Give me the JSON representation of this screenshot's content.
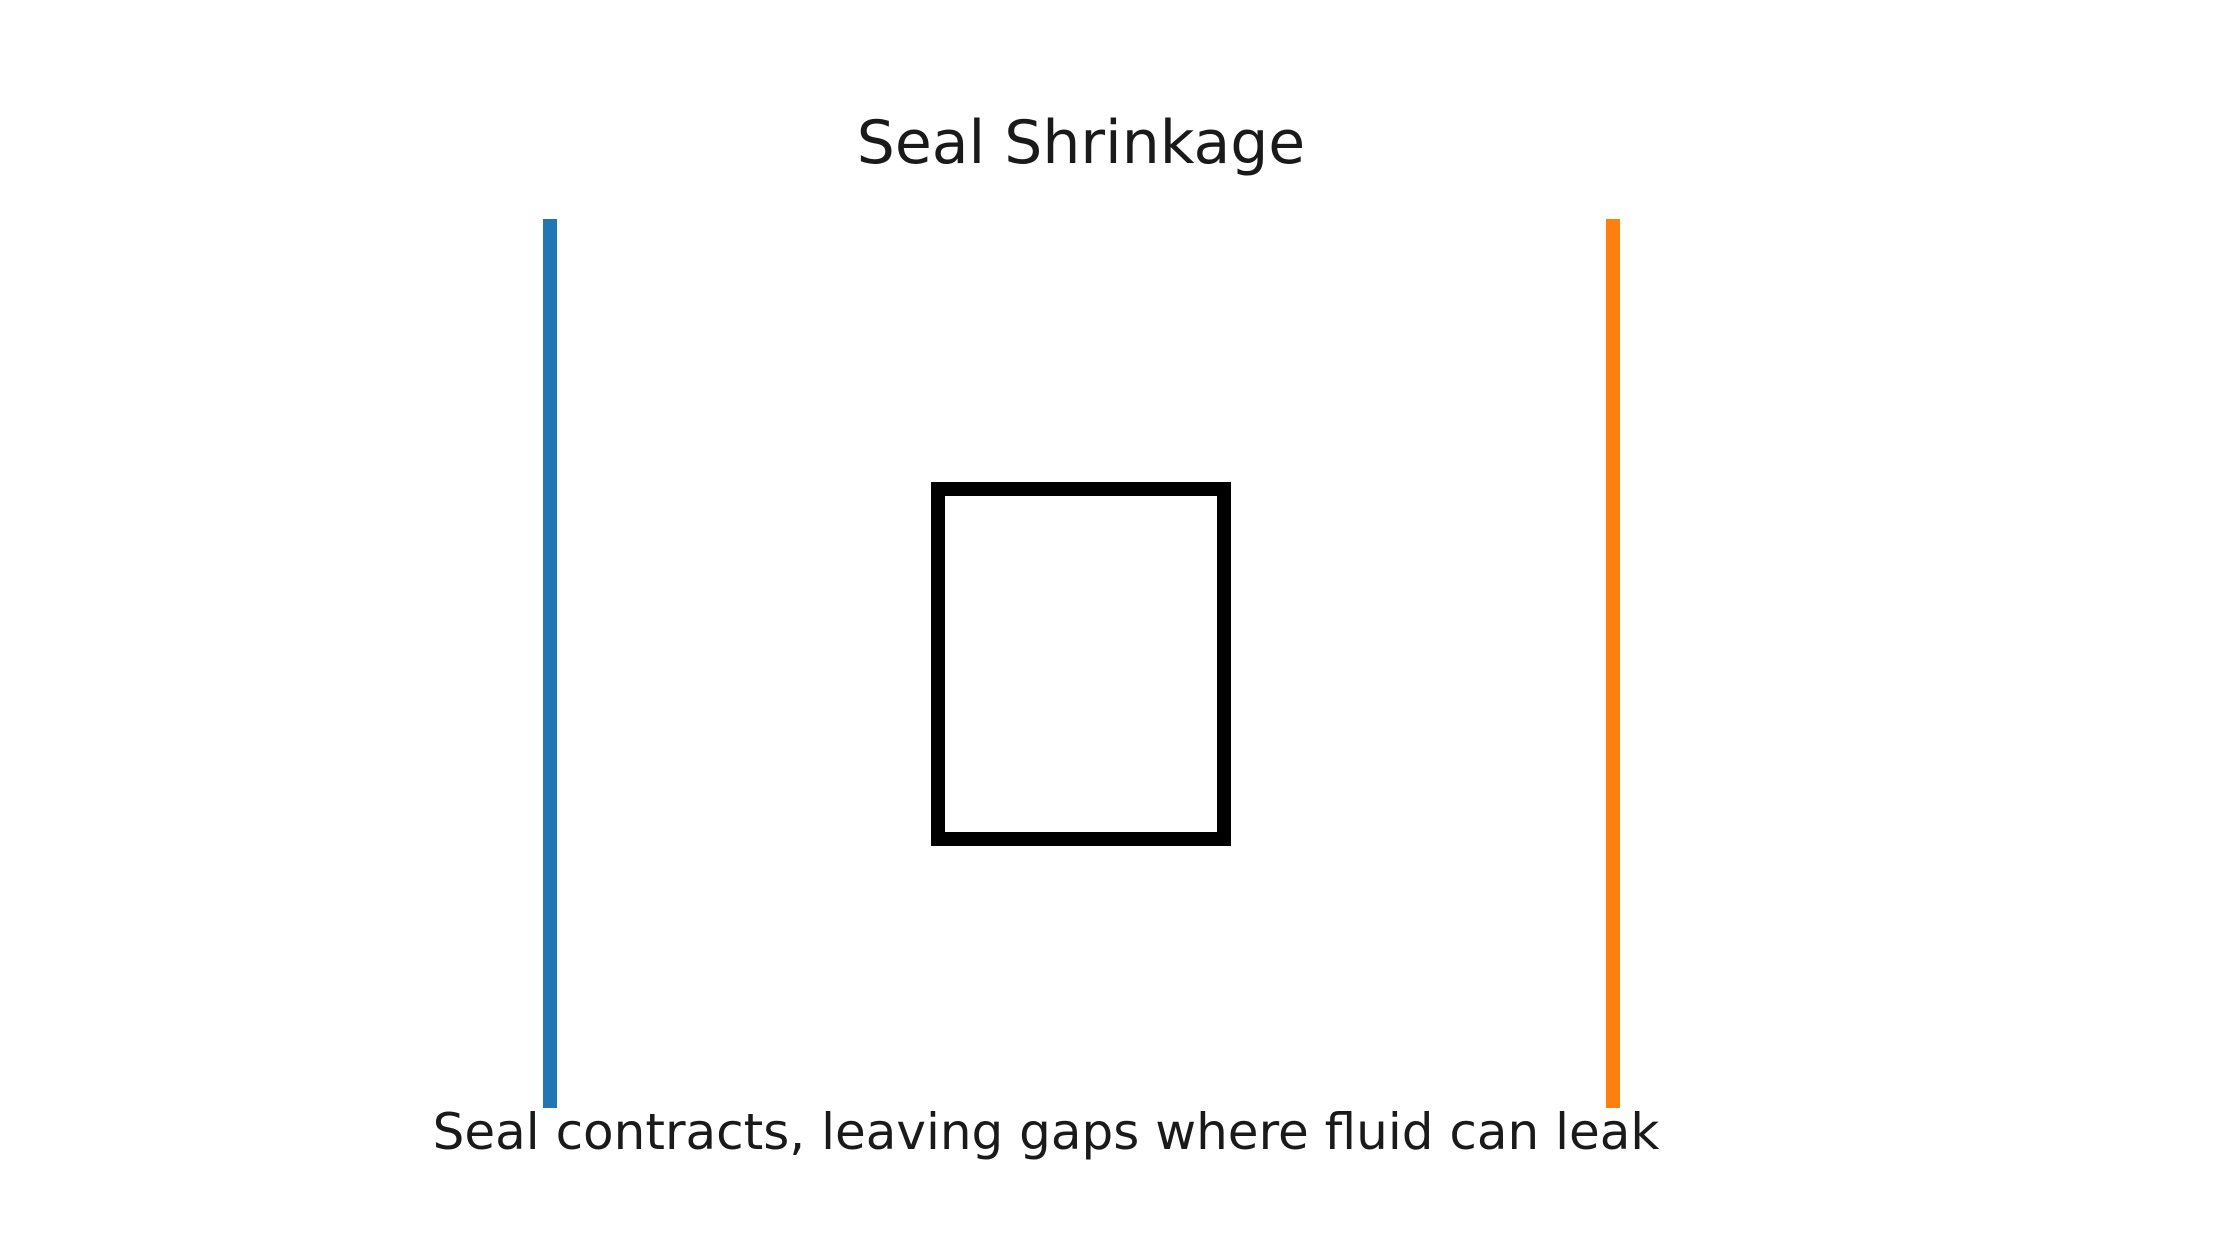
{
  "diagram": {
    "title": "Seal Shrinkage",
    "caption": "Seal contracts, leaving gaps where fluid can leak",
    "elements": {
      "left_wall": {
        "color": "#1f77b4"
      },
      "right_wall": {
        "color": "#ff7f0e"
      },
      "seal": {
        "stroke_color": "#000000",
        "fill": "none"
      }
    }
  }
}
